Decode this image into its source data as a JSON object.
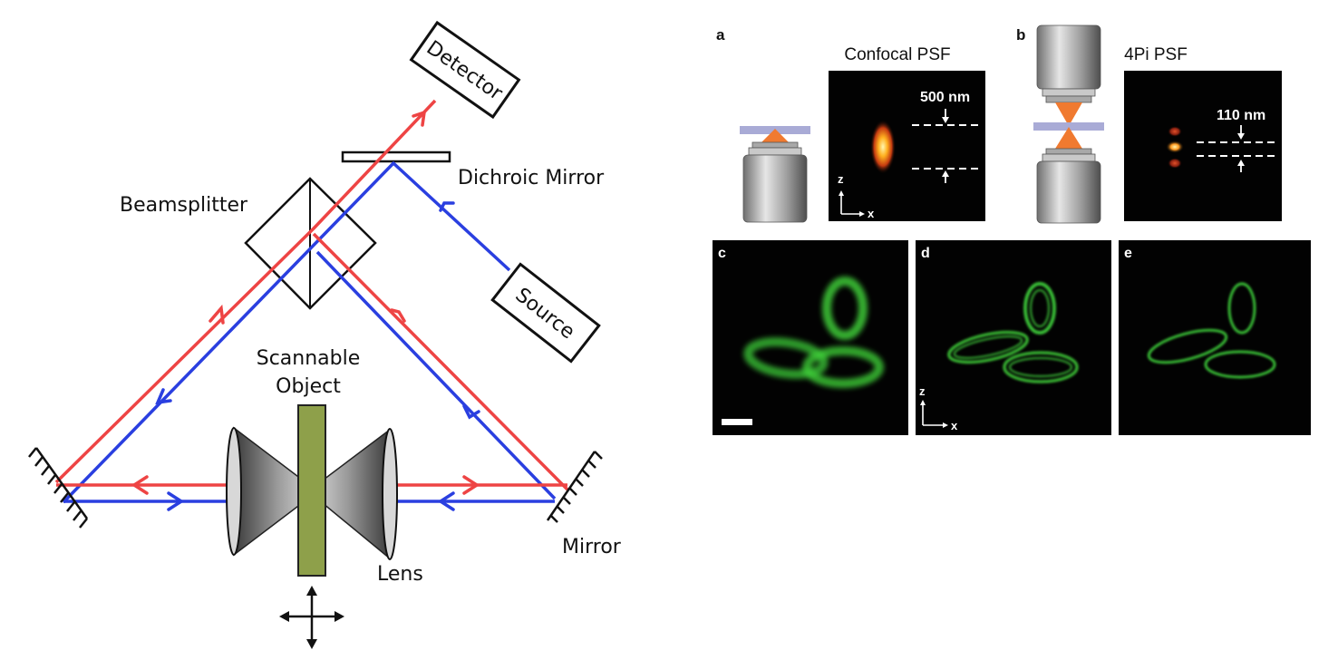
{
  "left_diagram": {
    "labels": {
      "detector": "Detector",
      "dichroic_mirror": "Dichroic Mirror",
      "beamsplitter": "Beamsplitter",
      "source": "Source",
      "scannable_object_line1": "Scannable",
      "scannable_object_line2": "Object",
      "mirror": "Mirror",
      "lens": "Lens"
    },
    "colors": {
      "red_beam": "#ee4444",
      "blue_beam": "#2a3fe0",
      "sample": "#8ea04a"
    }
  },
  "right_figure": {
    "panel_letters": {
      "a": "a",
      "b": "b",
      "c": "c",
      "d": "d",
      "e": "e"
    },
    "titles": {
      "confocal": "Confocal PSF",
      "fourpi": "4Pi PSF"
    },
    "measurements": {
      "confocal": "500 nm",
      "fourpi": "110 nm"
    },
    "axes": {
      "z": "z",
      "x": "x"
    },
    "colors": {
      "image_bg": "#020202",
      "psf_glow": "#ffb020",
      "fluor_green": "#3ecf3a",
      "cone": "#f07a30",
      "coverslip": "#a9abd6"
    }
  }
}
